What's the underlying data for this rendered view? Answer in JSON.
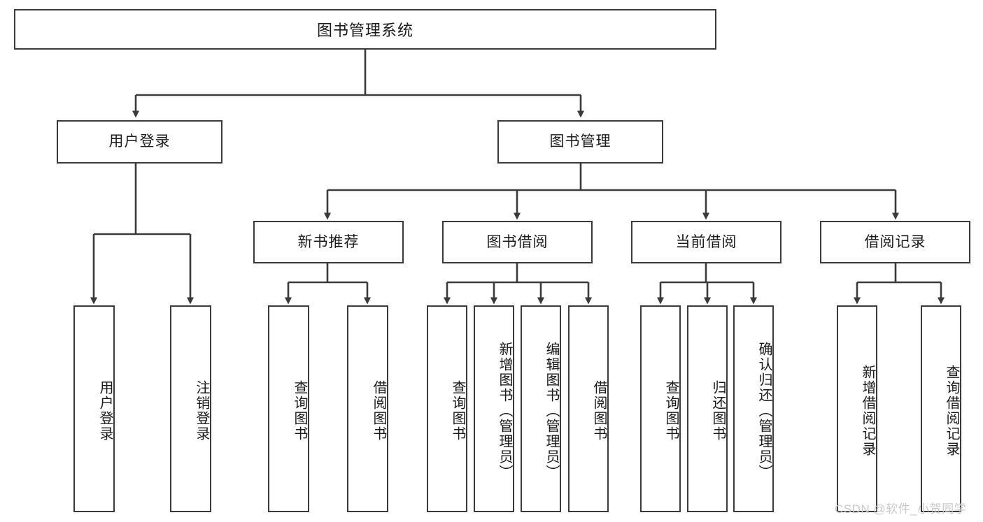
{
  "diagram": {
    "title": "图书管理系统",
    "type": "tree",
    "watermark": "CSDN @软件_小贺同学",
    "colors": {
      "box_border": "#3a3a3a",
      "box_fill": "#ffffff",
      "connector": "#3a3a3a",
      "text": "#1a1a1a",
      "watermark": "#c9c9c9",
      "background": "#ffffff"
    },
    "nodes": {
      "root": {
        "label": "图书管理系统"
      },
      "level2": [
        {
          "id": "user-login",
          "label": "用户登录"
        },
        {
          "id": "book-management",
          "label": "图书管理"
        }
      ],
      "level3": [
        {
          "id": "new-book-recommend",
          "label": "新书推荐"
        },
        {
          "id": "book-borrow",
          "label": "图书借阅"
        },
        {
          "id": "current-borrow",
          "label": "当前借阅"
        },
        {
          "id": "borrow-record",
          "label": "借阅记录"
        }
      ],
      "leaves": {
        "user_login": [
          {
            "id": "leaf-user-login",
            "label": "用户登录"
          },
          {
            "id": "leaf-logout-login",
            "label": "注销登录"
          }
        ],
        "new_book_recommend": [
          {
            "id": "leaf-query-book-1",
            "label": "查询图书"
          },
          {
            "id": "leaf-borrow-book-1",
            "label": "借阅图书"
          }
        ],
        "book_borrow": [
          {
            "id": "leaf-query-book-2",
            "label": "查询图书"
          },
          {
            "id": "leaf-add-book",
            "label": "新增图书（管理员）"
          },
          {
            "id": "leaf-edit-book",
            "label": "编辑图书（管理员）"
          },
          {
            "id": "leaf-borrow-book-2",
            "label": "借阅图书"
          }
        ],
        "current_borrow": [
          {
            "id": "leaf-query-book-3",
            "label": "查询图书"
          },
          {
            "id": "leaf-return-book",
            "label": "归还图书"
          },
          {
            "id": "leaf-confirm-return",
            "label": "确认归还（管理员）"
          }
        ],
        "borrow_record": [
          {
            "id": "leaf-add-borrow-record",
            "label": "新增借阅记录"
          },
          {
            "id": "leaf-query-borrow-record",
            "label": "查询借阅记录"
          }
        ]
      }
    }
  }
}
